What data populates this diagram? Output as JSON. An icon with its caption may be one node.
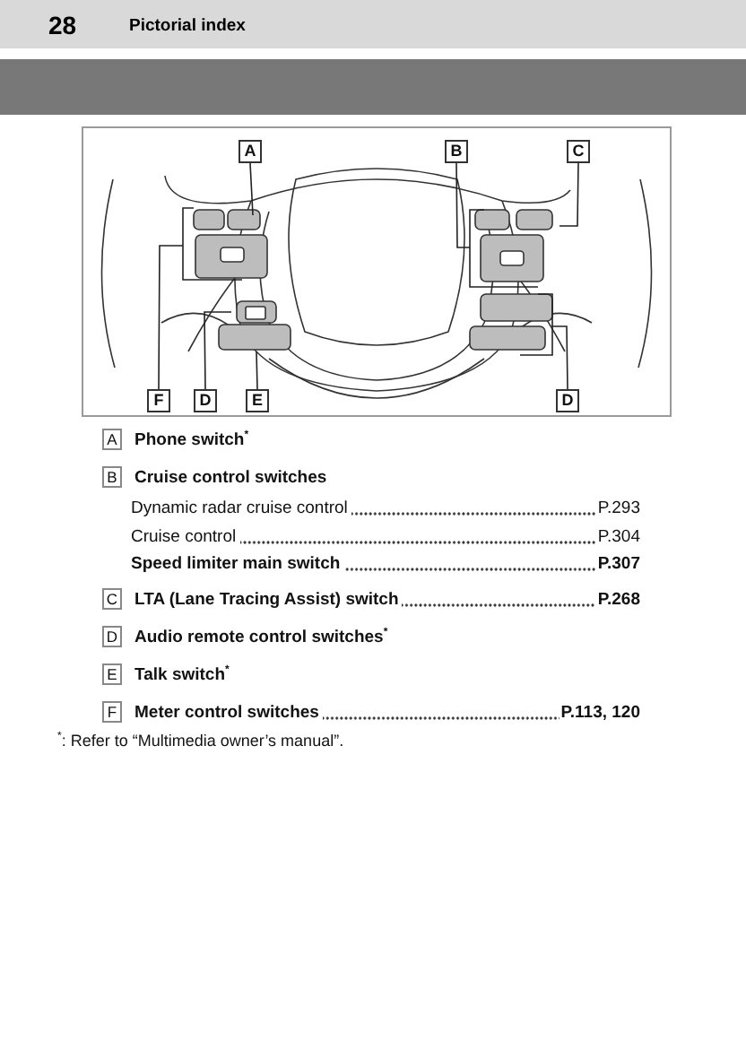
{
  "diagram": {
    "title": "Pictorial index",
    "nodes": [
      {
        "text": [
          "A"
        ]
      },
      {
        "text": [
          "B"
        ]
      },
      {
        "text": [
          "C"
        ]
      },
      {
        "text": [
          "F"
        ]
      },
      {
        "text": [
          "D"
        ]
      },
      {
        "text": [
          "E"
        ]
      },
      {
        "text": [
          "D"
        ]
      }
    ],
    "edges": [
      {
        "from": 0,
        "to": null,
        "arrow": "none"
      },
      {
        "from": 1,
        "to": null,
        "arrow": "none"
      },
      {
        "from": 2,
        "to": null,
        "arrow": "none"
      },
      {
        "from": 3,
        "to": null,
        "arrow": "none"
      },
      {
        "from": 4,
        "to": null,
        "arrow": "none"
      },
      {
        "from": 5,
        "to": null,
        "arrow": "none"
      },
      {
        "from": 6,
        "to": null,
        "arrow": "none"
      }
    ],
    "labels": [
      "28",
      "A",
      "Phone switch$^{*}$",
      "B",
      "Cruise control switches",
      "Dynamic radar cruise control",
      "P.293",
      "Cruise control",
      "P.304",
      "Speed limiter main switch",
      "P.307",
      "C",
      "LTA (Lane Tracing Assist) switch",
      "P.268",
      "D",
      "Audio remote control switches$^{*}$",
      "E",
      "Talk switch$^{*}$",
      "F",
      "Meter control switches",
      "P.113, 120",
      "$^{*}$: Refer to “Multimedia owner’s manual”."
    ]
  }
}
